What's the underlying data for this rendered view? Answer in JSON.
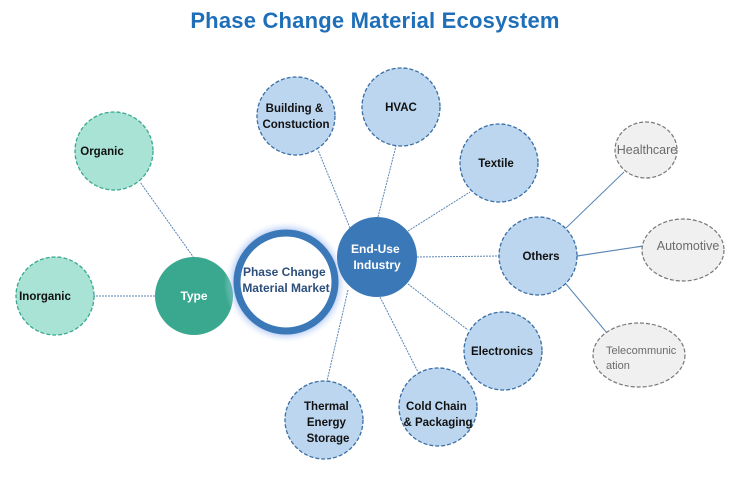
{
  "title": "Phase Change Material Ecosystem",
  "colors": {
    "title": "#1f6fb8",
    "core_ring": "#3a78b8",
    "core_glow": "#6f95e8",
    "enduse_fill": "#3a78b8",
    "type_fill": "#3aa88f",
    "type_child_fill": "#a8e3d5",
    "type_child_stroke": "#3aa88f",
    "enduse_child_fill": "#bcd6ef",
    "enduse_child_stroke": "#3a6ea5",
    "others_child_fill": "#f0f0f0",
    "others_child_stroke": "#777777",
    "connector": "#5a85b5"
  },
  "core": {
    "lines": [
      "Phase Change",
      "Material Market"
    ]
  },
  "type": {
    "label": "Type",
    "children": [
      {
        "id": "organic",
        "lines": [
          "Organic"
        ]
      },
      {
        "id": "inorganic",
        "lines": [
          "Inorganic"
        ]
      }
    ]
  },
  "end_use": {
    "lines": [
      "End-Use",
      "Industry"
    ],
    "children": [
      {
        "id": "building",
        "lines": [
          "Building &",
          "Constuction"
        ]
      },
      {
        "id": "hvac",
        "lines": [
          "HVAC"
        ]
      },
      {
        "id": "textile",
        "lines": [
          "Textile"
        ]
      },
      {
        "id": "others",
        "lines": [
          "Others"
        ]
      },
      {
        "id": "electronics",
        "lines": [
          "Electronics"
        ]
      },
      {
        "id": "cold-chain",
        "lines": [
          "Cold Chain",
          "& Packaging"
        ]
      },
      {
        "id": "thermal",
        "lines": [
          "Thermal",
          "Energy",
          "Storage"
        ]
      }
    ]
  },
  "others": {
    "children": [
      {
        "id": "healthcare",
        "lines": [
          "Healthcare"
        ]
      },
      {
        "id": "automotive",
        "lines": [
          "Automotive"
        ]
      },
      {
        "id": "telecommunication",
        "lines": [
          "Telecommunic",
          "ation"
        ]
      }
    ]
  }
}
